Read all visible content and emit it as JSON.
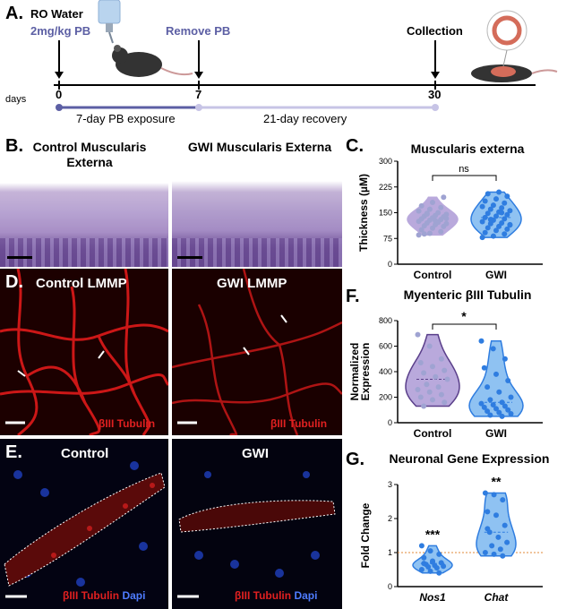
{
  "panels": {
    "a": "A.",
    "b": "B.",
    "c": "C.",
    "d": "D.",
    "e": "E.",
    "f": "F.",
    "g": "G."
  },
  "timeline": {
    "ro_water": "RO Water",
    "dose": "2mg/kg PB",
    "remove": "Remove PB",
    "collection": "Collection",
    "days_label": "days",
    "day0": "0",
    "day7": "7",
    "day30": "30",
    "exposure": "7-day PB exposure",
    "recovery": "21-day recovery"
  },
  "histology": {
    "control_title": "Control Muscularis Externa",
    "gwi_title": "GWI Muscularis Externa",
    "d_control": "Control LMMP",
    "d_gwi": "GWI LMMP",
    "stain_d": "βIII Tubulin",
    "e_control": "Control",
    "e_gwi": "GWI",
    "stain_e_red": "βIII Tubulin",
    "stain_e_blue": "Dapi"
  },
  "colors": {
    "purple": "#7b7fb5",
    "lilac": "#b9a9dc",
    "blue": "#2f7de0",
    "lightblue": "#8fc2f2",
    "red": "#e02020",
    "orange": "#e0893a"
  },
  "chart_data": [
    {
      "type": "violin",
      "panel": "C",
      "title": "Muscularis externa",
      "ylabel": "Thickness (µM)",
      "categories": [
        "Control",
        "GWI"
      ],
      "ylim": [
        0,
        300
      ],
      "yticks": [
        0,
        75,
        150,
        225,
        300
      ],
      "significance": "ns",
      "series": [
        {
          "name": "Control",
          "values": [
            85,
            90,
            95,
            100,
            105,
            110,
            112,
            115,
            118,
            120,
            122,
            125,
            128,
            130,
            132,
            135,
            138,
            140,
            142,
            145,
            148,
            150,
            155,
            160,
            165,
            170,
            180,
            195,
            88,
            127,
            133,
            146
          ]
        },
        {
          "name": "GWI",
          "values": [
            78,
            82,
            88,
            92,
            98,
            102,
            106,
            110,
            114,
            118,
            120,
            124,
            128,
            132,
            136,
            140,
            144,
            148,
            152,
            156,
            160,
            164,
            168,
            172,
            178,
            184,
            190,
            198,
            205,
            210,
            115,
            130,
            150
          ]
        }
      ]
    },
    {
      "type": "violin",
      "panel": "F",
      "title": "Myenteric βIII Tubulin",
      "ylabel": "Normalized Expression",
      "categories": [
        "Control",
        "GWI"
      ],
      "ylim": [
        0,
        800
      ],
      "yticks": [
        0,
        200,
        400,
        600,
        800
      ],
      "significance": "*",
      "series": [
        {
          "name": "Control",
          "values": [
            690,
            600,
            500,
            470,
            440,
            410,
            390,
            360,
            340,
            300,
            280,
            260,
            240,
            220,
            200,
            180,
            160,
            130
          ]
        },
        {
          "name": "GWI",
          "values": [
            640,
            580,
            500,
            430,
            380,
            330,
            280,
            240,
            200,
            180,
            160,
            150,
            140,
            130,
            120,
            110,
            100,
            90,
            80,
            70,
            60,
            50
          ]
        }
      ]
    },
    {
      "type": "violin",
      "panel": "G",
      "title": "Neuronal Gene Expression",
      "ylabel": "Fold Change",
      "categories": [
        "Nos1",
        "Chat"
      ],
      "ylim": [
        0,
        3
      ],
      "yticks": [
        0,
        1,
        2,
        3
      ],
      "reference_line": 1,
      "significance": [
        "***",
        "**"
      ],
      "series": [
        {
          "name": "Nos1",
          "values": [
            1.2,
            1.05,
            0.95,
            0.85,
            0.75,
            0.7,
            0.65,
            0.62,
            0.6,
            0.58,
            0.55,
            0.5,
            0.45,
            0.4,
            0.68,
            0.72
          ]
        },
        {
          "name": "Chat",
          "values": [
            2.75,
            2.7,
            2.55,
            2.2,
            2.1,
            1.8,
            1.6,
            1.45,
            1.3,
            1.2,
            1.1,
            1.0,
            0.95,
            0.9,
            1.7
          ]
        }
      ]
    }
  ]
}
